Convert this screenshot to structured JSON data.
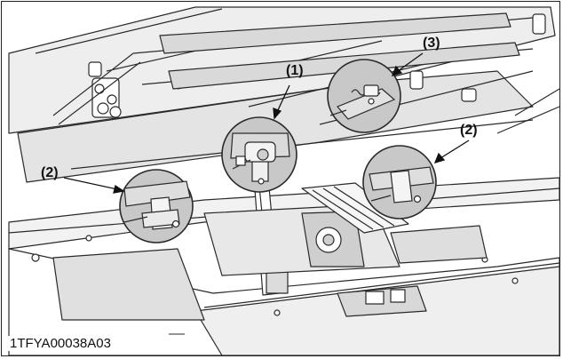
{
  "figure_code": "1TFYA00038A03",
  "callouts": [
    {
      "id": "callout-1",
      "text": "(1)"
    },
    {
      "id": "callout-2-left",
      "text": "(2)"
    },
    {
      "id": "callout-2-right",
      "text": "(2)"
    },
    {
      "id": "callout-3",
      "text": "(3)"
    }
  ],
  "colors": {
    "line": "#2a2a2a",
    "detail_fill": "#c8c8c8",
    "shade": "#b9b9b9",
    "panel": "#e6e6e6",
    "background": "#ffffff"
  }
}
